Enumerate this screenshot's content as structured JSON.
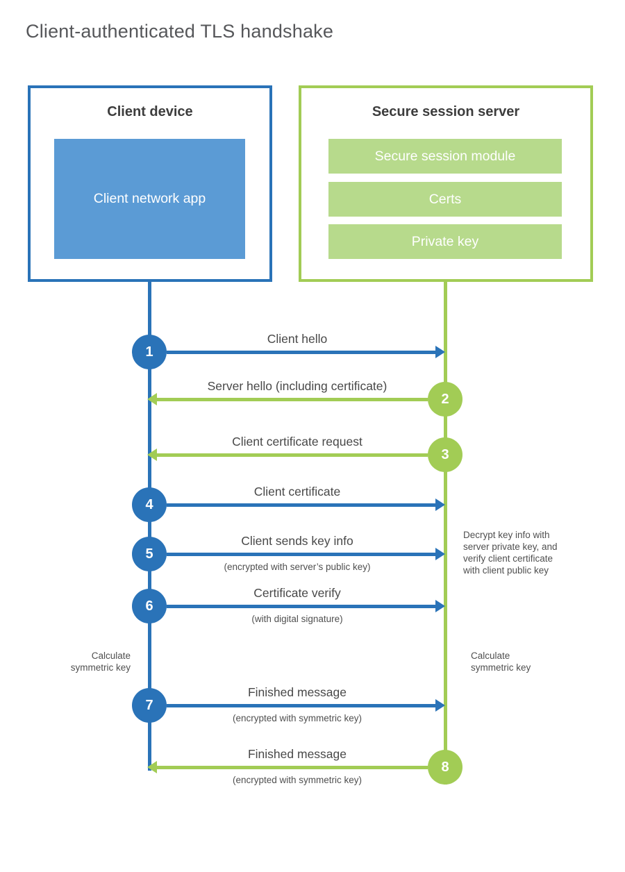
{
  "title": "Client-authenticated TLS handshake",
  "colors": {
    "client_blue": "#2a73b8",
    "client_app_fill": "#5b9bd5",
    "server_green": "#a2cc55",
    "server_module_fill": "#b7da8c",
    "heading_text": "#3d3d3d",
    "label_text": "#484848",
    "title_text": "#56575a"
  },
  "client_box": {
    "title": "Client device",
    "app_label": "Client network app"
  },
  "server_box": {
    "title": "Secure session server",
    "modules": [
      "Secure session module",
      "Certs",
      "Private key"
    ]
  },
  "steps": [
    {
      "num": "1",
      "label": "Client hello",
      "sub": "",
      "direction": "right",
      "color": "blue"
    },
    {
      "num": "2",
      "label": "Server hello (including certificate)",
      "sub": "",
      "direction": "left",
      "color": "green"
    },
    {
      "num": "3",
      "label": "Client certificate request",
      "sub": "",
      "direction": "left",
      "color": "green"
    },
    {
      "num": "4",
      "label": "Client certificate",
      "sub": "",
      "direction": "right",
      "color": "blue"
    },
    {
      "num": "5",
      "label": "Client sends key info",
      "sub": "(encrypted with server’s public key)",
      "direction": "right",
      "color": "blue"
    },
    {
      "num": "6",
      "label": "Certificate verify",
      "sub": "(with digital signature)",
      "direction": "right",
      "color": "blue"
    },
    {
      "num": "7",
      "label": "Finished message",
      "sub": "(encrypted with symmetric key)",
      "direction": "right",
      "color": "blue"
    },
    {
      "num": "8",
      "label": "Finished message",
      "sub": "(encrypted with symmetric key)",
      "direction": "left",
      "color": "green"
    }
  ],
  "annotations": {
    "decrypt_note": "Decrypt key info with\nserver private key, and\nverify client certificate\nwith client public key",
    "calc_left": "Calculate\nsymmetric key",
    "calc_right": "Calculate\nsymmetric key"
  }
}
